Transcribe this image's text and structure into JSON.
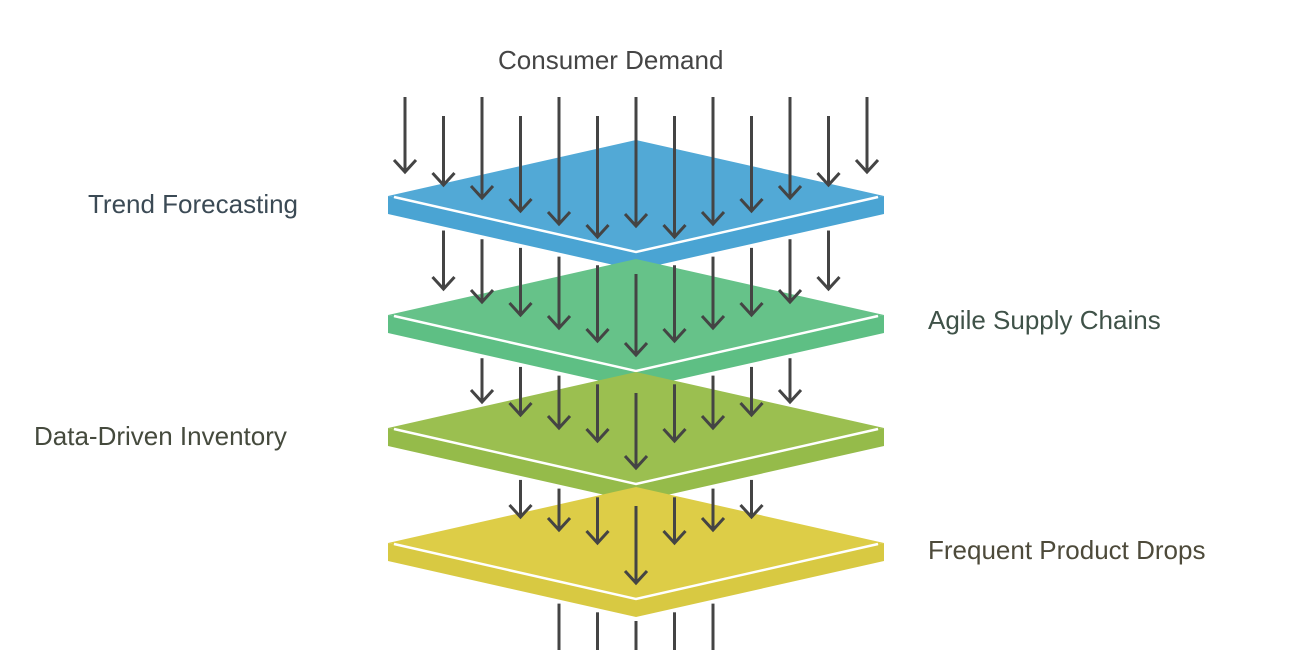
{
  "title": "Consumer Demand",
  "layers": [
    {
      "label": "Trend Forecasting",
      "color": "#52a9d6",
      "side_color": "#4aa4d3",
      "label_color": "#3b4a55",
      "label_side": "left"
    },
    {
      "label": "Agile Supply Chains",
      "color": "#66c289",
      "side_color": "#5ebf84",
      "label_color": "#3f5248",
      "label_side": "right"
    },
    {
      "label": "Data-Driven Inventory",
      "color": "#9bbf50",
      "side_color": "#95bb4a",
      "label_color": "#454a3d",
      "label_side": "left"
    },
    {
      "label": "Frequent Product Drops",
      "color": "#ddcd47",
      "side_color": "#d8c942",
      "label_color": "#4d4a3a",
      "label_side": "right"
    }
  ],
  "arrow_color": "#444444"
}
